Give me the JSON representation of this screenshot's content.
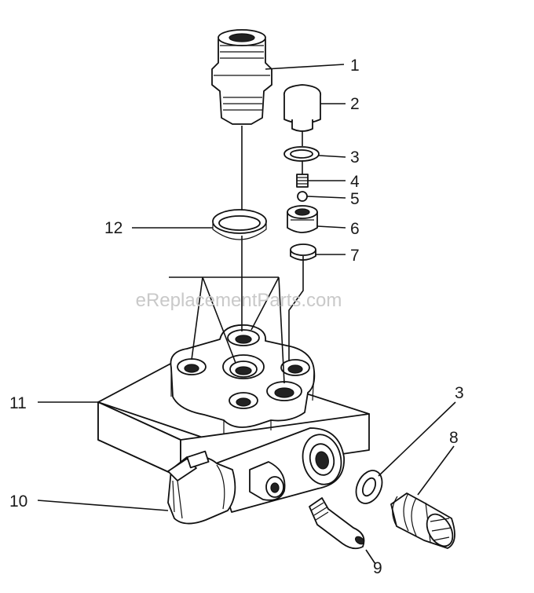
{
  "watermark": "eReplacementParts.com",
  "callouts": {
    "c1": "1",
    "c2": "2",
    "c3a": "3",
    "c4": "4",
    "c5": "5",
    "c6": "6",
    "c7": "7",
    "c8": "8",
    "c3b": "3",
    "c9": "9",
    "c10": "10",
    "c11": "11",
    "c12": "12"
  }
}
